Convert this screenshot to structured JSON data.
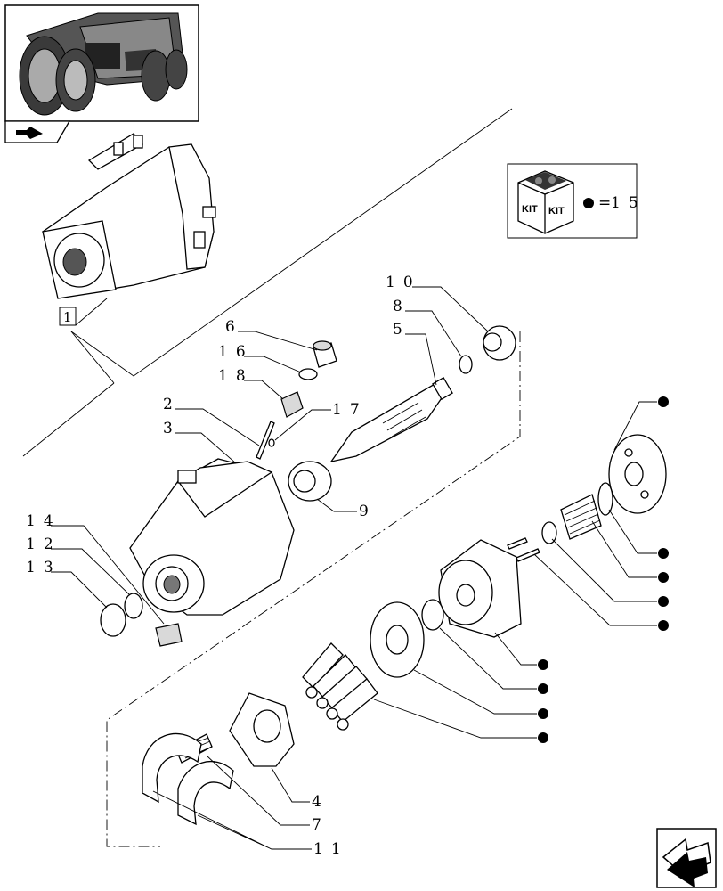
{
  "kit_box": {
    "kit_label_1": "KIT",
    "kit_label_2": "KIT",
    "equals": "=",
    "kit_number": "15"
  },
  "ref_box": {
    "label": "1"
  },
  "callouts": {
    "c1": "10",
    "c2": "8",
    "c3": "5",
    "c4": "6",
    "c5": "16",
    "c6": "18",
    "c7": "17",
    "c8": "2",
    "c9": "3",
    "c10": "9",
    "c11": "14",
    "c12": "12",
    "c13": "13",
    "c14": "4",
    "c15": "7",
    "c16": "11"
  },
  "icons": [
    "tractor-thumbnail",
    "nav-arrow-icon",
    "kit-box-icon",
    "next-page-arrow-icon"
  ]
}
